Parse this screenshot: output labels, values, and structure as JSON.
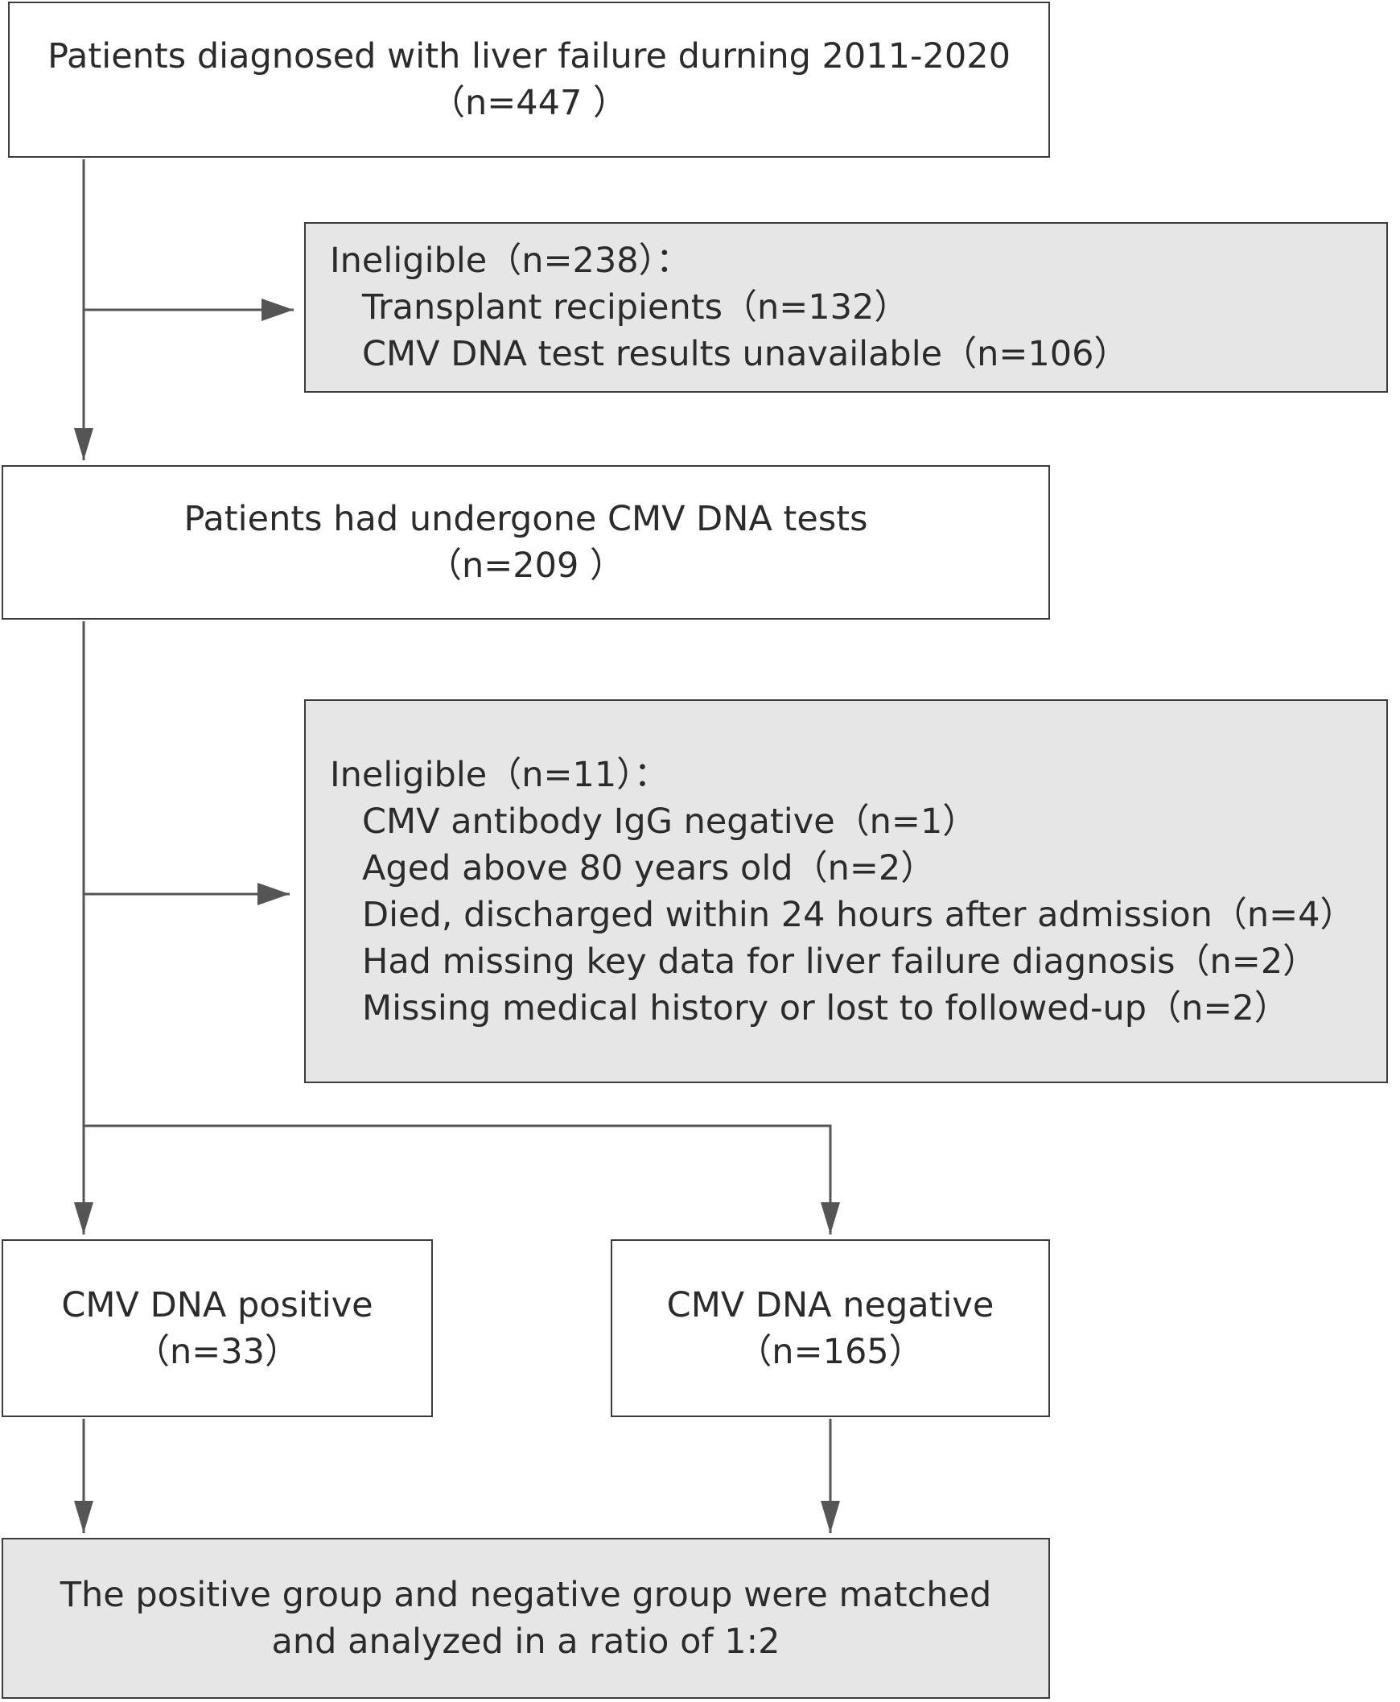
{
  "boxes": {
    "diagnosed": {
      "line1": "Patients diagnosed with liver failure durning 2011-2020",
      "line2": "（n=447 ）"
    },
    "excluded1": {
      "header": "Ineligible（n=238）：",
      "items": [
        "Transplant recipients（n=132）",
        "CMV DNA test results unavailable（n=106）"
      ]
    },
    "tested": {
      "line1": "Patients had undergone CMV DNA tests",
      "line2": "（n=209 ）"
    },
    "excluded2": {
      "header": "Ineligible（n=11）：",
      "items": [
        "CMV antibody IgG negative（n=1）",
        "Aged above 80 years old（n=2）",
        "Died, discharged within 24 hours after admission（n=4）",
        "Had missing key data for liver failure diagnosis（n=2）",
        "Missing medical history or lost to followed-up（n=2）"
      ]
    },
    "positive": {
      "line1": "CMV DNA positive",
      "line2": "（n=33）"
    },
    "negative": {
      "line1": "CMV DNA negative",
      "line2": "（n=165）"
    },
    "matched": {
      "line1": "The positive group and negative group were matched",
      "line2": "and analyzed in a ratio of 1:2"
    }
  }
}
